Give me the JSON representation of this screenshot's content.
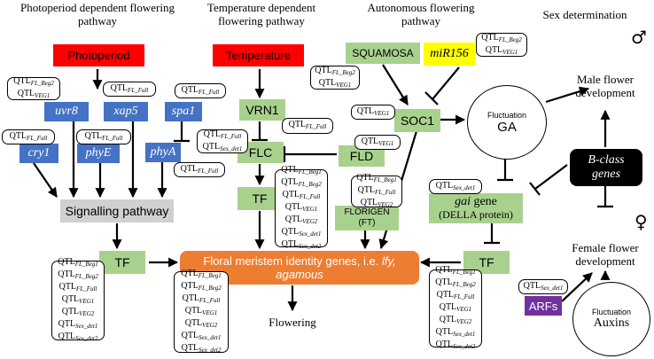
{
  "headers": {
    "photoperiod": "Photoperiod dependent flowering pathway",
    "temperature": "Temperature dependent flowering pathway",
    "autonomous": "Autonomous flowering pathway",
    "sex": "Sex determination"
  },
  "nodes": {
    "photoperiod": "Photoperiod",
    "temperature": "Temperature",
    "squamosa": "SQUAMOSA",
    "mir156": "miR156",
    "uvr8": "uvr8",
    "xap5": "xap5",
    "spa1": "spa1",
    "cry1": "cry1",
    "phyE": "phyE",
    "phyA": "phyA",
    "vrn1": "VRN1",
    "flc": "FLC",
    "fld": "FLD",
    "soc1": "SOC1",
    "tf_temp": "TF",
    "florigen_line1": "FLORIGEN",
    "florigen_line2": "(FT)",
    "signalling": "Signalling pathway",
    "tf_signal": "TF",
    "floral_line1_pre": "Floral meristem identity genes, i.e. ",
    "floral_line1_italic": "lfy,",
    "floral_line2": "agamous",
    "flowering": "Flowering",
    "gai_italic": "gai",
    "gai_rest": " gene",
    "della": "(DELLA protein)",
    "tf_gai": "TF",
    "bclass_line1": "B-class",
    "bclass_line2": "genes",
    "arfs": "ARFs",
    "ga_fluct": "Fluctuation",
    "ga": "GA",
    "auxins_fluct": "Fluctuation",
    "auxins": "Auxins",
    "male_line1": "Male flower",
    "male_line2": "development",
    "female_line1": "Female flower",
    "female_line2": "development",
    "male_symbol": "♂",
    "female_symbol": "♀"
  },
  "qtl_prefix": "QTL",
  "qtl_boxes": {
    "uvr8": [
      "FL_Beg2",
      "VEG1"
    ],
    "xap5": [
      "FL_Full"
    ],
    "spa1": [
      "FL_Full"
    ],
    "cry1": [
      "FL_Full"
    ],
    "phyE": [
      "FL_Full"
    ],
    "phyA": [
      "FL_Full"
    ],
    "vrn1": [
      "FL_Full"
    ],
    "flc": [
      "FL_Full",
      "Sex_det1"
    ],
    "tf_temp": [
      "FL_Beg1",
      "FL_Beg2",
      "FL_Full",
      "VEG1",
      "VEG2",
      "Sex_det1",
      "Sex_det2"
    ],
    "squamosa": [
      "FL_Beg2",
      "VEG1"
    ],
    "mir156": [
      "FL_Beg2",
      "VEG1"
    ],
    "soc1": [
      "VEG1"
    ],
    "fld": [
      "VEG1"
    ],
    "florigen": [
      "FL_Beg1",
      "FL_Full",
      "VEG2"
    ],
    "tf_signal": [
      "FL_Beg1",
      "FL_Beg2",
      "FL_Full",
      "VEG1",
      "VEG2",
      "Sex_det1",
      "Sex_det2"
    ],
    "floral": [
      "FL_Beg1",
      "FL_Beg2",
      "FL_Full",
      "VEG1",
      "VEG2",
      "Sex_det1",
      "Sex_det2"
    ],
    "gai": [
      "Sex_det1"
    ],
    "tf_gai": [
      "FL_Beg1",
      "FL_Beg2",
      "FL_Full",
      "VEG1",
      "VEG2",
      "Sex_det1",
      "Sex_det2"
    ],
    "arfs": [
      "Sex_det1"
    ]
  }
}
